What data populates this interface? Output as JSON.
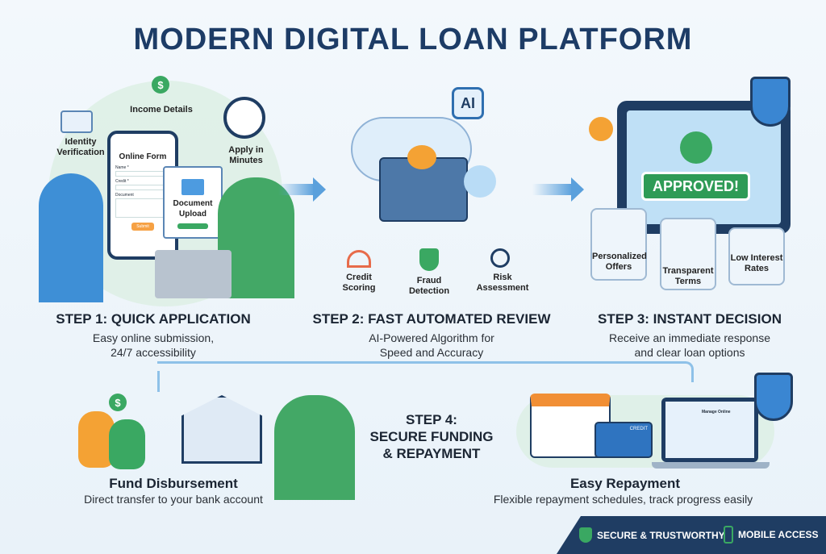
{
  "title": "MODERN DIGITAL LOAN PLATFORM",
  "step1": {
    "heading": "STEP 1: QUICK APPLICATION",
    "desc1": "Easy online submission,",
    "desc2": "24/7 accessibility",
    "labels": {
      "identity": "Identity Verification",
      "income": "Income Details",
      "apply": "Apply in Minutes",
      "form_title": "Online Form",
      "name": "Name *",
      "credit": "Credit *",
      "document": "Document",
      "submit": "Submit",
      "upload": "Document Upload"
    }
  },
  "step2": {
    "heading": "STEP 2: FAST AUTOMATED REVIEW",
    "desc1": "AI-Powered Algorithm for",
    "desc2": "Speed and Accuracy",
    "labels": {
      "ai": "AI",
      "credit": "Credit Scoring",
      "fraud": "Fraud Detection",
      "risk": "Risk Assessment"
    }
  },
  "step3": {
    "heading": "STEP 3: INSTANT DECISION",
    "desc1": "Receive an immediate response",
    "desc2": "and clear loan options",
    "labels": {
      "approved": "APPROVED!",
      "offers": "Personalized Offers",
      "terms": "Transparent Terms",
      "rates": "Low Interest Rates"
    }
  },
  "step4": {
    "heading1": "STEP 4:",
    "heading2": "SECURE FUNDING",
    "heading3": "& REPAYMENT",
    "fund_title": "Fund Disbursement",
    "fund_desc": "Direct transfer to your bank account",
    "repay_title": "Easy Repayment",
    "repay_desc": "Flexible repayment schedules, track progress easily",
    "labels": {
      "credit_card": "CREDIT",
      "manage": "Manage Online",
      "currency": "$"
    }
  },
  "footer": {
    "secure": "SECURE & TRUSTWORTHY",
    "mobile": "MOBILE ACCESS"
  }
}
